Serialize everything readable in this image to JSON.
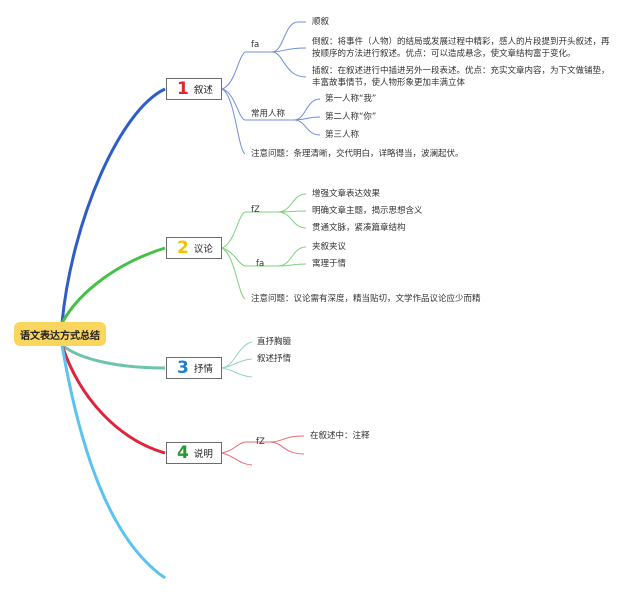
{
  "root": {
    "label": "语文表达方式总结"
  },
  "branches": [
    {
      "num": "1",
      "label": "叙述",
      "num_color": "#e2252b",
      "line_color": "#2e5cc8",
      "child_color": "#6f8fdc",
      "groups": [
        {
          "label": "fa",
          "items": [
            "顺叙",
            "倒叙：将事件（人物）的结局或发展过程中精彩，感人的片段提到开头叙述，再按顺序的方法进行叙述。优点：可以造成悬念，使文章结构富于变化。",
            "插叙：在叙述进行中插进另外一段表述。优点：充实文章内容，为下文做铺垫，丰富故事情节，使人物形象更加丰满立体"
          ]
        },
        {
          "label": "常用人称",
          "items": [
            "第一人称“我”",
            "第二人称“你”",
            "第三人称"
          ]
        },
        {
          "label": "注意问题：条理清晰，交代明白，详略得当，波澜起伏。",
          "items": []
        }
      ]
    },
    {
      "num": "2",
      "label": "议论",
      "num_color": "#f2c200",
      "line_color": "#44c148",
      "child_color": "#7ed07f",
      "groups": [
        {
          "label": "fZ",
          "items": [
            "增强文章表达效果",
            "明确文章主题，揭示思想含义",
            "贯通文脉，紧凑篇章结构"
          ]
        },
        {
          "label": "fa",
          "items": [
            "夹叙夹议",
            "寓理于情"
          ]
        },
        {
          "label": "注意问题：议论需有深度，精当贴切，文学作品议论应少而精",
          "items": []
        }
      ]
    },
    {
      "num": "3",
      "label": "抒情",
      "num_color": "#1f7fc4",
      "line_color": "#6ec3ad",
      "child_color": "#93d3c1",
      "groups": [
        {
          "label": "直抒胸臆",
          "items": []
        },
        {
          "label": "叙述抒情",
          "items": []
        },
        {
          "label": "",
          "items": []
        }
      ]
    },
    {
      "num": "4",
      "label": "说明",
      "num_color": "#2a9a36",
      "line_color": "#e0243c",
      "child_color": "#ea6a74",
      "groups": [
        {
          "label": "fZ",
          "items": [
            "在叙述中：注释",
            ""
          ]
        },
        {
          "label": "",
          "items": []
        }
      ]
    }
  ],
  "extra_branch": {
    "line_color": "#5bc3f0"
  }
}
